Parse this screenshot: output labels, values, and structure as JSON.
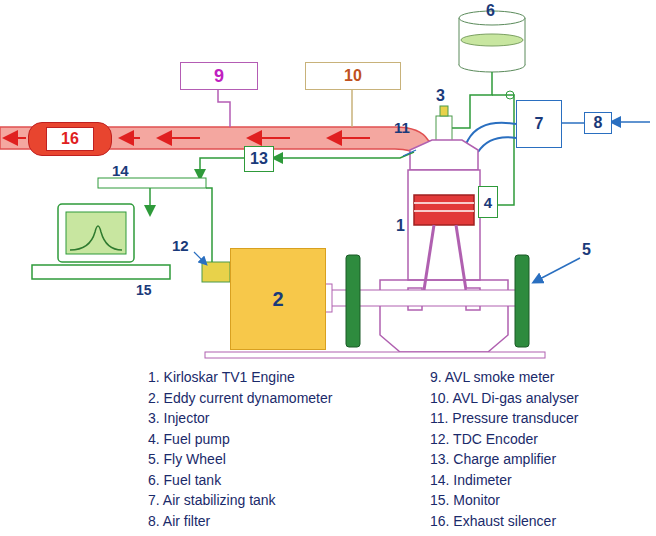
{
  "diagram": {
    "nodes": [
      {
        "text": [
          "9"
        ]
      },
      {
        "text": [
          "10"
        ]
      },
      {
        "text": [
          "16"
        ]
      },
      {
        "text": [
          "7"
        ]
      },
      {
        "text": [
          "8"
        ]
      },
      {
        "text": [
          "13"
        ]
      },
      {
        "text": [
          "4"
        ]
      },
      {
        "text": [
          "2"
        ]
      }
    ],
    "edges": [
      {
        "from": 4,
        "to": 3,
        "arrow": "none"
      }
    ],
    "labels": [
      "6",
      "3",
      "11",
      "1",
      "14",
      "12",
      "15",
      "5",
      "1. Kirloskar TV1 Engine",
      "2. Eddy current dynamometer",
      "3. Injector",
      "4. Fuel pump",
      "5. Fly Wheel",
      "6. Fuel tank",
      "7. Air stabilizing tank",
      "8. Air filter",
      "9.  AVL smoke meter",
      "10. AVL Di-gas analyser",
      "11. Pressure transducer",
      "12. TDC Encoder",
      "13. Charge amplifier",
      "14. Indimeter",
      "15. Monitor",
      "16. Exhaust silencer"
    ]
  }
}
